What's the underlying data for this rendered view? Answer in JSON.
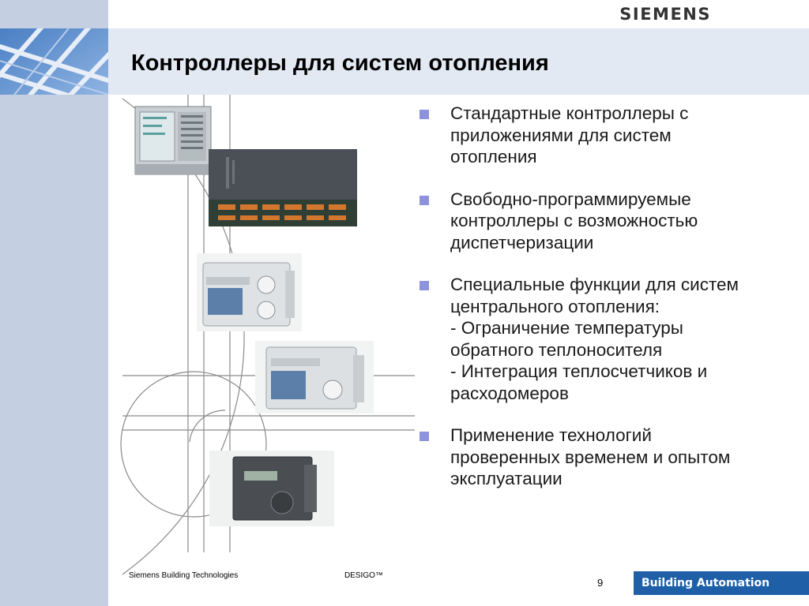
{
  "header": {
    "logo": "SIEMENS",
    "title": "Контроллеры для систем отопления"
  },
  "bullets": [
    {
      "text": "Стандартные контроллеры с\nприложениями для систем\nотопления"
    },
    {
      "text": "Свободно-программируемые\nконтроллеры с возможностью\nдиспетчеризации"
    },
    {
      "text": "Специальные функции для систем\nцентрального отопления:\n- Ограничение температуры\nобратного теплоносителя\n- Интеграция теплосчетчиков и\nрасходомеров"
    },
    {
      "text": "Применение технологий\nпроверенных временем и опытом\nэксплуатации"
    }
  ],
  "footer": {
    "company": "Siemens Building Technologies",
    "product": "DESIGO™",
    "page_number": "9",
    "badge": "Building Automation"
  },
  "colors": {
    "left_band": "#c5cfe2",
    "title_band": "#e3e9f3",
    "bullet_marker": "#8c93dc",
    "badge": "#1f5fa8"
  }
}
